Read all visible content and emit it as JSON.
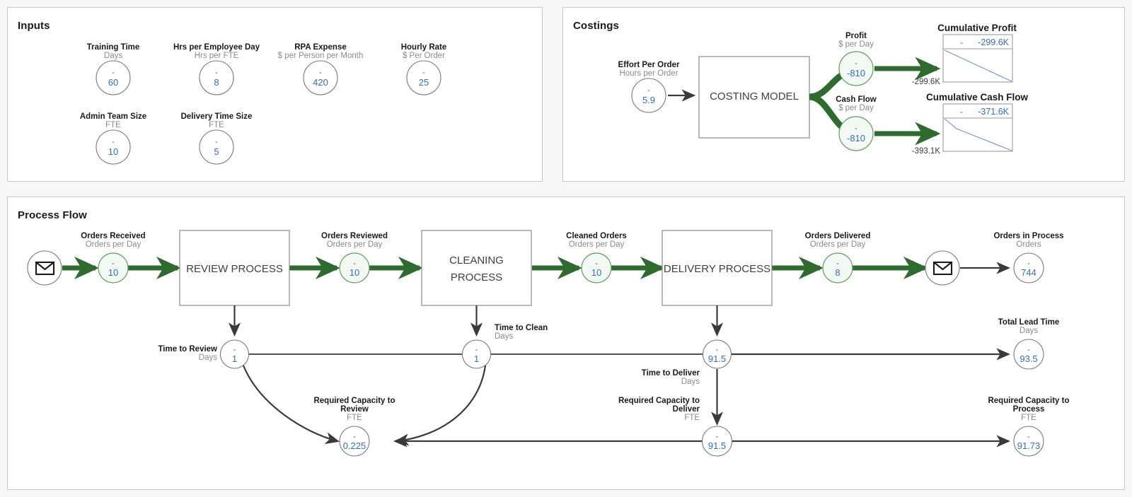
{
  "panels": {
    "inputs": {
      "title": "Inputs"
    },
    "costings": {
      "title": "Costings"
    },
    "process_flow": {
      "title": "Process Flow"
    }
  },
  "inputs": {
    "nodes": [
      {
        "name": "Training Time",
        "unit": "Days",
        "dash": "-",
        "value": "60"
      },
      {
        "name": "Hrs per Employee Day",
        "unit": "Hrs per FTE",
        "dash": "-",
        "value": "8"
      },
      {
        "name": "RPA Expense",
        "unit": "$ per Person per Month",
        "dash": "-",
        "value": "420"
      },
      {
        "name": "Hourly Rate",
        "unit": "$ Per Order",
        "dash": "-",
        "value": "25"
      },
      {
        "name": "Admin Team Size",
        "unit": "FTE",
        "dash": "-",
        "value": "10"
      },
      {
        "name": "Delivery Time Size",
        "unit": "FTE",
        "dash": "-",
        "value": "5"
      }
    ]
  },
  "costings": {
    "effort": {
      "name": "Effort Per Order",
      "unit": "Hours per Order",
      "dash": "-",
      "value": "5.9"
    },
    "model_box": "COSTING MODEL",
    "profit": {
      "name": "Profit",
      "unit": "$ per Day",
      "dash": "-",
      "value": "-810"
    },
    "cash_flow": {
      "name": "Cash Flow",
      "unit": "$ per Day",
      "dash": "-",
      "value": "-810"
    },
    "charts": [
      {
        "title": "Cumulative Profit",
        "dash": "-",
        "value": "-299.6K",
        "axis_label": "-299.6K"
      },
      {
        "title": "Cumulative Cash Flow",
        "dash": "-",
        "value": "-371.6K",
        "axis_label": "-393.1K"
      }
    ]
  },
  "chart_data": [
    {
      "type": "line",
      "title": "Cumulative Profit",
      "xlabel": "",
      "ylabel": "",
      "ylim": [
        -299.6,
        0
      ],
      "ytick_labels": [
        "-299.6K"
      ],
      "grid": false,
      "legend": "none",
      "readout_dash": "-",
      "readout_value": "-299.6K",
      "x": [
        0,
        1
      ],
      "values": [
        0,
        -299.6
      ],
      "units": "K $"
    },
    {
      "type": "line",
      "title": "Cumulative Cash Flow",
      "xlabel": "",
      "ylabel": "",
      "ylim": [
        -393.1,
        0
      ],
      "ytick_labels": [
        "-393.1K"
      ],
      "grid": false,
      "legend": "none",
      "readout_dash": "-",
      "readout_value": "-371.6K",
      "x": [
        0,
        0.18,
        1
      ],
      "values": [
        0,
        -60,
        -393.1
      ],
      "units": "K $"
    }
  ],
  "process_flow": {
    "source_icon": "envelope-icon",
    "sink_icon": "envelope-icon",
    "boxes": [
      {
        "label": "REVIEW PROCESS"
      },
      {
        "label": "CLEANING PROCESS"
      },
      {
        "label": "DELIVERY PROCESS"
      }
    ],
    "flow_nodes": [
      {
        "name": "Orders Received",
        "unit": "Orders per Day",
        "dash": "-",
        "value": "10"
      },
      {
        "name": "Orders Reviewed",
        "unit": "Orders per Day",
        "dash": "-",
        "value": "10"
      },
      {
        "name": "Cleaned Orders",
        "unit": "Orders per Day",
        "dash": "-",
        "value": "10"
      },
      {
        "name": "Orders Delivered",
        "unit": "Orders per Day",
        "dash": "-",
        "value": "8"
      },
      {
        "name": "Orders in Process",
        "unit": "Orders",
        "dash": "-",
        "value": "744"
      }
    ],
    "time_nodes": [
      {
        "name": "Time to Review",
        "unit": "Days",
        "dash": "-",
        "value": "1"
      },
      {
        "name": "Time to Clean",
        "unit": "Days",
        "dash": "-",
        "value": "1"
      },
      {
        "name": "Time to Deliver",
        "unit": "Days",
        "dash": "-",
        "value": "91.5"
      },
      {
        "name": "Total Lead Time",
        "unit": "Days",
        "dash": "-",
        "value": "93.5"
      }
    ],
    "capacity_nodes": [
      {
        "name": "Required Capacity to Review",
        "name_line1": "Required Capacity to",
        "name_line2": "Review",
        "unit": "FTE",
        "dash": "-",
        "value": "0.225"
      },
      {
        "name": "Required Capacity to Deliver",
        "name_line1": "Required Capacity to",
        "name_line2": "Deliver",
        "unit": "FTE",
        "dash": "-",
        "value": "91.5"
      },
      {
        "name": "Required Capacity to Process",
        "name_line1": "Required Capacity to",
        "name_line2": "Process",
        "unit": "FTE",
        "dash": "-",
        "value": "91.73"
      }
    ]
  },
  "colors": {
    "flow_green": "#2f6b2f",
    "node_green_fill": "#f2f9f2",
    "value_blue": "#2f6fc4",
    "line_dark": "#3a3a3a",
    "panel_border": "#c8c8c8",
    "page_bg": "#f7f7f7"
  }
}
